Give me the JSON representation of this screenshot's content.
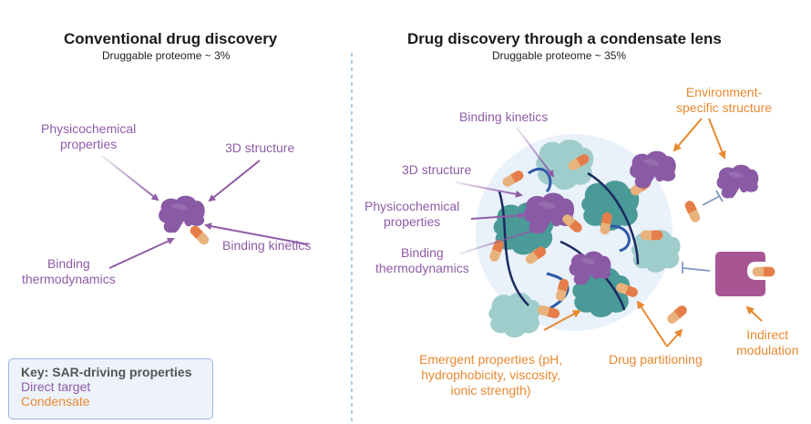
{
  "left_panel": {
    "title": "Conventional drug discovery",
    "subtitle": "Druggable proteome ~ 3%",
    "labels": {
      "physicochemical_line1": "Physicochemical",
      "physicochemical_line2": "properties",
      "structure_3d": "3D structure",
      "binding_kinetics": "Binding kinetics",
      "binding_thermo_line1": "Binding",
      "binding_thermo_line2": "thermodynamics"
    }
  },
  "right_panel": {
    "title": "Drug discovery through a condensate lens",
    "subtitle": "Druggable proteome ~ 35%",
    "direct_labels": {
      "binding_kinetics": "Binding kinetics",
      "structure_3d": "3D structure",
      "physicochemical_line1": "Physicochemical",
      "physicochemical_line2": "properties",
      "binding_thermo_line1": "Binding",
      "binding_thermo_line2": "thermodynamics"
    },
    "condensate_labels": {
      "env_structure_line1": "Environment-",
      "env_structure_line2": "specific structure",
      "emergent_line1": "Emergent properties (pH,",
      "emergent_line2": "hydrophobicity, viscosity,",
      "emergent_line3": "ionic strength)",
      "drug_partitioning": "Drug partitioning",
      "indirect_line1": "Indirect",
      "indirect_line2": "modulation"
    }
  },
  "key": {
    "title": "Key: SAR-driving properties",
    "direct_target": "Direct target",
    "condensate": "Condensate"
  },
  "colors": {
    "direct_target": "#8f5ca6",
    "condensate": "#e8892f",
    "protein_purple": "#8a5aa5",
    "condensate_teal": "#4a9a98",
    "condensate_teal_light": "#9fcdcc",
    "rna_blue": "#2d5aa8",
    "rna_dark": "#1c2a5e",
    "droplet_bg": "#e9f1fa",
    "divider": "#a9cde6",
    "inhibition_line": "#7f96c0",
    "receptor_magenta": "#a85693"
  }
}
